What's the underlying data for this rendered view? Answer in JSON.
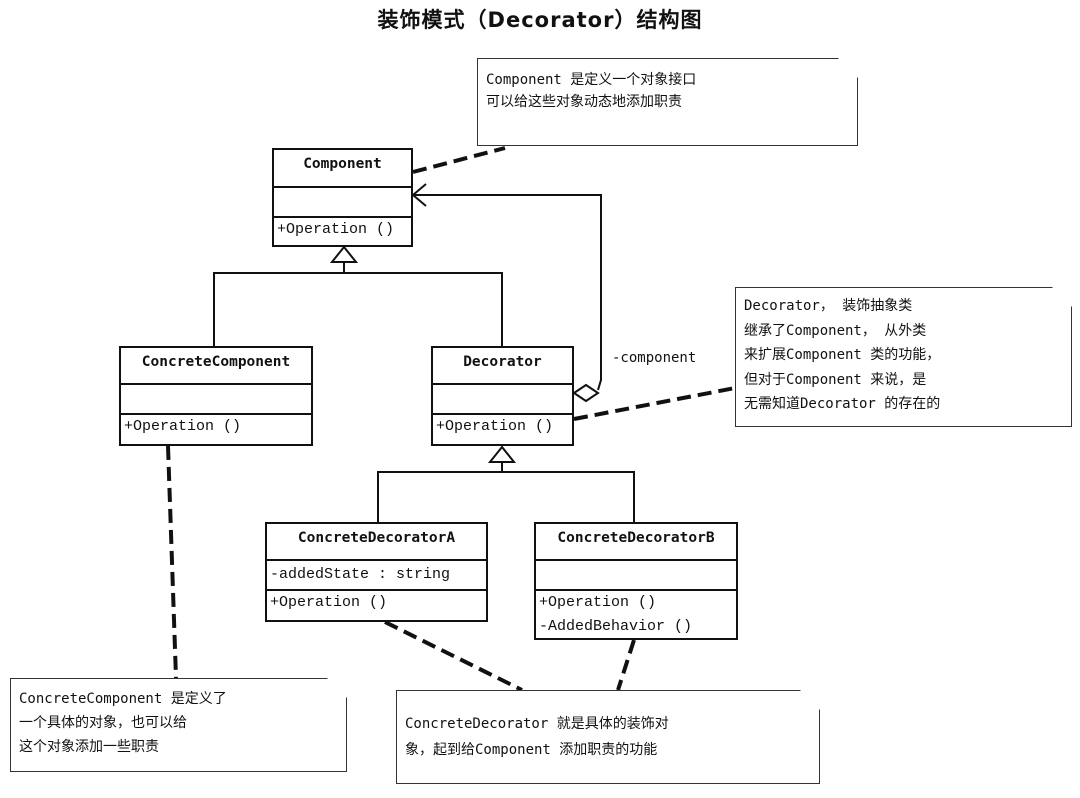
{
  "title": "装饰模式（Decorator）结构图",
  "classes": {
    "component": {
      "name": "Component",
      "attrs": [],
      "ops": [
        "+Operation ()"
      ]
    },
    "concrete_component": {
      "name": "ConcreteComponent",
      "attrs": [],
      "ops": [
        "+Operation ()"
      ]
    },
    "decorator": {
      "name": "Decorator",
      "attrs": [],
      "ops": [
        "+Operation ()"
      ]
    },
    "concrete_decorator_a": {
      "name": "ConcreteDecoratorA",
      "attrs": [
        "-addedState  : string"
      ],
      "ops": [
        "+Operation ()"
      ]
    },
    "concrete_decorator_b": {
      "name": "ConcreteDecoratorB",
      "attrs": [],
      "ops": [
        "+Operation ()",
        "-AddedBehavior ()"
      ]
    }
  },
  "association_role": "-component",
  "notes": {
    "component": [
      "Component 是定义一个对象接口",
      "可以给这些对象动态地添加职责"
    ],
    "decorator": [
      "Decorator， 装饰抽象类",
      "继承了Component， 从外类",
      "来扩展Component 类的功能，",
      "但对于Component 来说，是",
      "无需知道Decorator 的存在的"
    ],
    "concrete_component": [
      "ConcreteComponent 是定义了",
      "一个具体的对象，也可以给",
      "这个对象添加一些职责"
    ],
    "concrete_decorator": [
      "ConcreteDecorator 就是具体的装饰对",
      "象，起到给Component 添加职责的功能"
    ]
  }
}
